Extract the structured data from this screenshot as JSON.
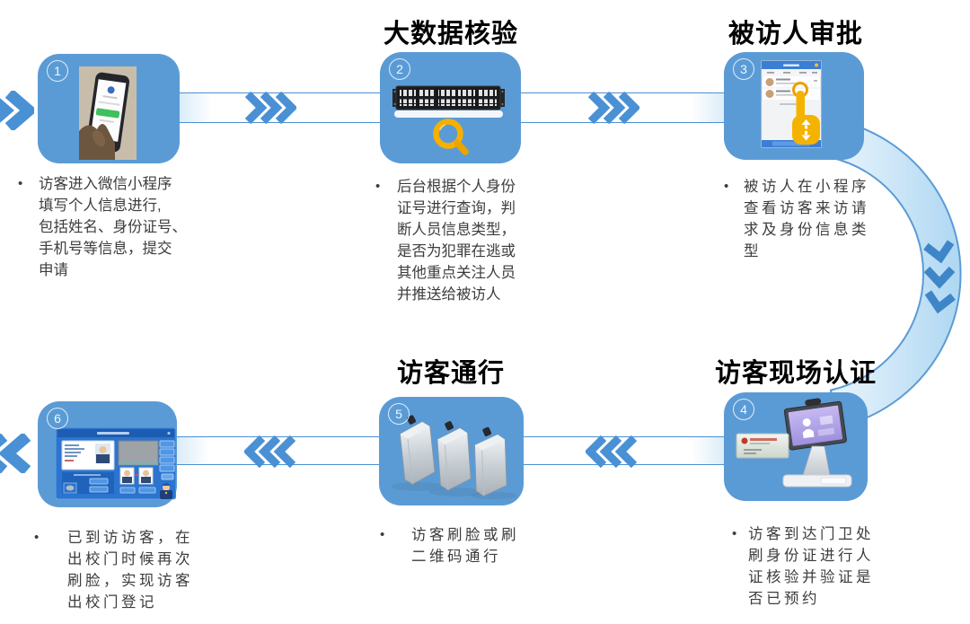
{
  "diagram": {
    "bullet": "•",
    "steps": [
      {
        "number": "1",
        "title": "",
        "image": "hand-holding-phone-miniprogram-photo",
        "desc_lines": [
          "访客进入微信小程序",
          "填写个人信息进行,",
          "包括姓名、身份证号、",
          "手机号等信息，提交",
          "申请"
        ]
      },
      {
        "number": "2",
        "title": "大数据核验",
        "image": "network-switch-with-magnifier",
        "desc_lines": [
          "后台根据个人身份",
          "证号进行查询，判",
          "断人员信息类型，",
          "是否为犯罪在逃或",
          "其他重点关注人员",
          "并推送给被访人"
        ]
      },
      {
        "number": "3",
        "title": "被访人审批",
        "image": "miniprogram-approval-tap-hand",
        "desc_lines": [
          "被访人在小程序",
          "查看访客来访请",
          "求及身份信息类",
          "型"
        ]
      },
      {
        "number": "4",
        "title": "访客现场认证",
        "image": "id-card-verification-terminal",
        "desc_lines": [
          "访客到达门卫处",
          "刷身份证进行人",
          "证核验并验证是",
          "否已预约"
        ]
      },
      {
        "number": "5",
        "title": "访客通行",
        "image": "turnstile-speed-gates",
        "desc_lines": [
          "访客刷脸或刷",
          "二维码通行"
        ]
      },
      {
        "number": "6",
        "title": "",
        "image": "face-compare-exit-screen",
        "desc_lines": [
          "已到访访客，在",
          "出校门时候再次",
          "刷脸，实现访客",
          "出校门登记"
        ]
      }
    ],
    "colors": {
      "card_blue": "#5b9bd5",
      "chevron_blue": "#4a90d4",
      "arc_fill_start": "#eaf5fc",
      "arc_fill_end": "#aed7f2",
      "arc_stroke": "#5b9bd5",
      "arc_chevron_blue": "#3e86c8",
      "magnifier_yellow": "#f5b000",
      "hand_yellow": "#f5b301",
      "title_black": "#000000",
      "body_text": "#3d3d3d"
    }
  }
}
